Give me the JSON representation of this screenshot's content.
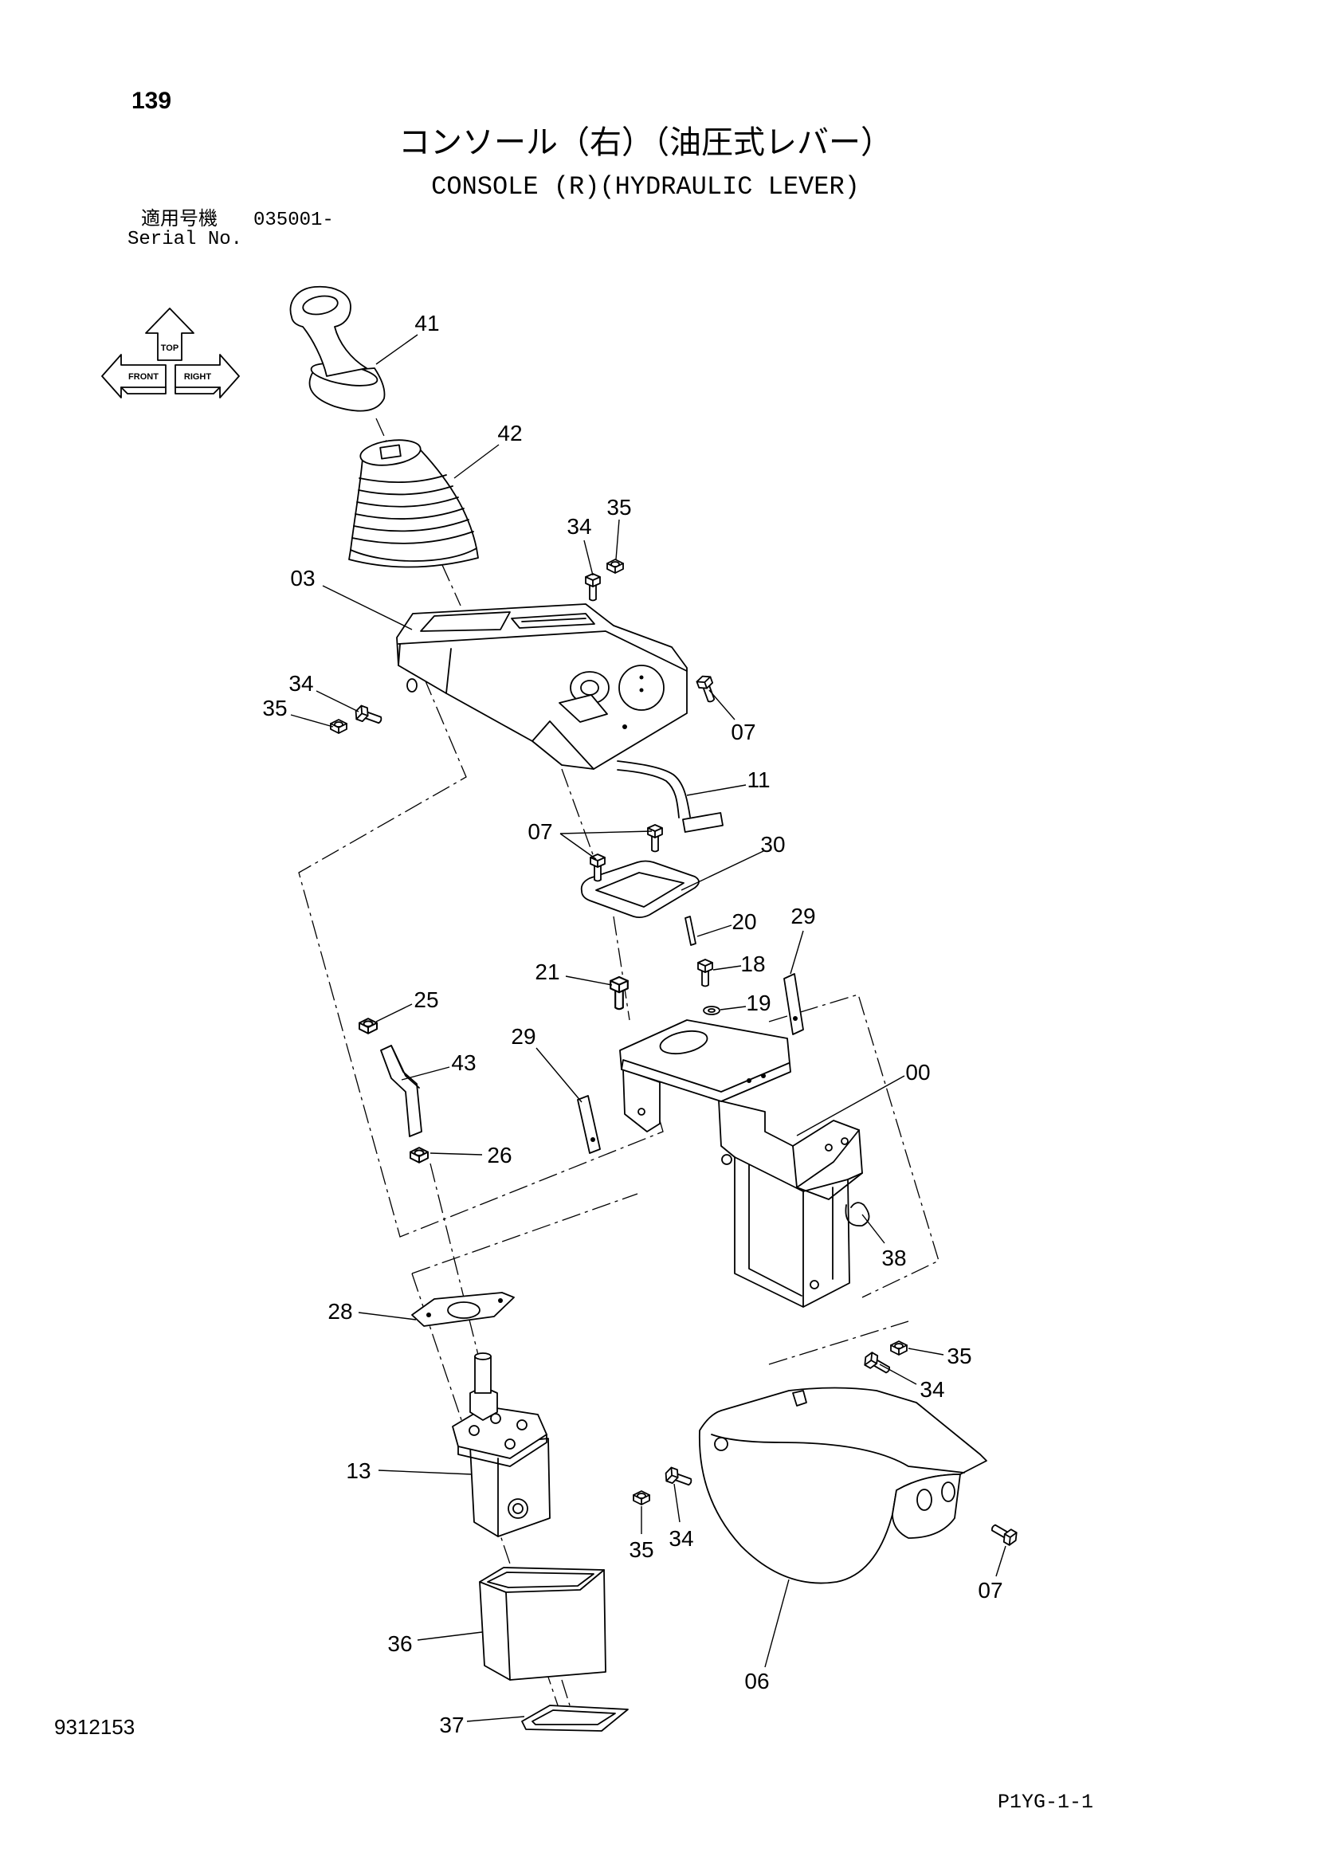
{
  "page_number": "139",
  "title_ja": "コンソール（右）（油圧式レバー）",
  "title_en": "CONSOLE (R)(HYDRAULIC LEVER)",
  "applicable": {
    "label_ja": "適用号機",
    "serial_from": "035001-",
    "label_en": "Serial No."
  },
  "orientation": {
    "top": "TOP",
    "front": "FRONT",
    "right": "RIGHT"
  },
  "callouts": [
    "41",
    "42",
    "34",
    "35",
    "03",
    "34",
    "35",
    "07",
    "11",
    "07",
    "30",
    "20",
    "29",
    "18",
    "21",
    "19",
    "25",
    "29",
    "43",
    "00",
    "26",
    "38",
    "28",
    "35",
    "34",
    "13",
    "35",
    "34",
    "07",
    "36",
    "06",
    "37"
  ],
  "drawing_number": "9312153",
  "page_code": "P1YG-1-1"
}
